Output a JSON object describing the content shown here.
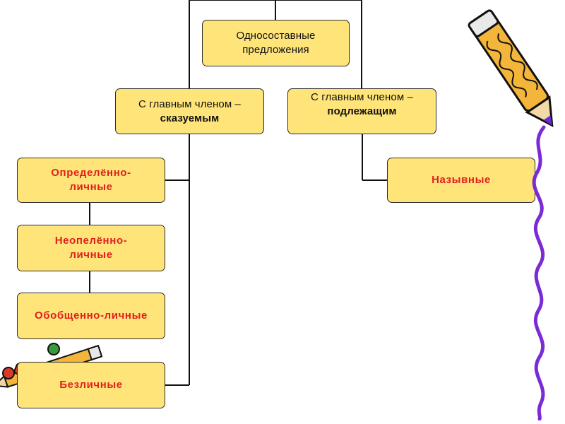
{
  "diagram": {
    "root": {
      "line1": "Односоставные",
      "line2": "предложения"
    },
    "left_group": {
      "prefix": "С главным членом –",
      "emphasis": "сказуемым"
    },
    "right_group": {
      "prefix": "С главным членом –",
      "emphasis": "подлежащим"
    },
    "left_items": [
      {
        "line1": "Определённо-",
        "line2": "личные"
      },
      {
        "line1": "Неопелённо-",
        "line2": "личные"
      },
      {
        "line1": "Обобщенно-личные",
        "line2": ""
      },
      {
        "line1": "Безличные",
        "line2": ""
      }
    ],
    "right_items": [
      {
        "line1": "Назывные"
      }
    ]
  },
  "colors": {
    "box_fill": "#ffe47a",
    "item_text": "#e0201c",
    "connector": "#111111",
    "squiggle": "#7a2bd6",
    "pencil_body": "#f3b53a"
  },
  "decorations": {
    "top_right_icon": "pencil-icon",
    "bottom_left_icon": "pencils-icon",
    "right_edge": "squiggle-line"
  }
}
